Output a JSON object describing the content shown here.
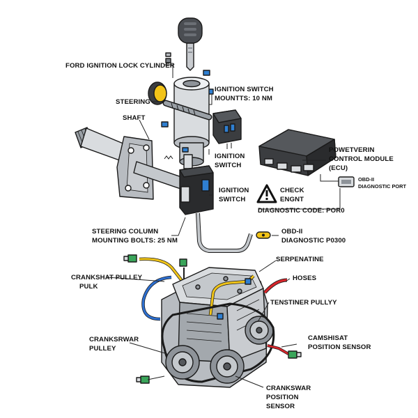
{
  "labels": {
    "lock_cylinder": "FORD IGNITION LOCK CYLINDER",
    "steering": "STEERING",
    "shaft": "SHAFT",
    "switch_mounts_1": "IGNITION SWITCH",
    "switch_mounts_2": "MOUNTTS:  10 NM",
    "ignition_switch_a_1": "IGNITION",
    "ignition_switch_a_2": "SWITCH",
    "ignition_switch_b_1": "IGNITION",
    "ignition_switch_b_2": "SWITCH",
    "pcm_1": "POWETVERIN",
    "pcm_2": "CONTROL MODULE",
    "pcm_3": "(ECU)",
    "obd_port_1": "OBD-II",
    "obd_port_2": "DIAGNOSTIC PORT",
    "check_engine_1": "CHECK",
    "check_engine_2": "ENGNT",
    "diag_code": "DIAGNOSTIC CODE: POR0",
    "column_bolts_1": "STEERING COLUMN",
    "column_bolts_2": "MOUNTING BOLTS: 25 NM",
    "obd_code_1": "OBD-II",
    "obd_code_2": "DIAGNOSTIC P0300",
    "serpentine": "SERPENATINE",
    "hoses": "HOSES",
    "crank_pulley_1": "CRANKSHAT PULLEY",
    "crank_pulley_2": "PULK",
    "tensioner": "TENSTINER PULLYY",
    "crank_pulley2_1": "CRANKSRWAR",
    "crank_pulley2_2": "PULLEY",
    "cam_sensor_1": "CAMSHISAT",
    "cam_sensor_2": "POSITION SENSOR",
    "crank_sensor_1": "CRANKSWAR",
    "crank_sensor_2": "POSITION",
    "crank_sensor_3": "SENSOR"
  },
  "colors": {
    "outline": "#1a1a1a",
    "metal_light": "#d9dcdf",
    "metal_mid": "#b8bcc1",
    "metal_dark": "#8e9399",
    "module_dark": "#3b3d40",
    "switch_black": "#2a2b2d",
    "accent_blue": "#2f7fd1",
    "accent_yellow": "#f2c318",
    "wire_red": "#d8262b",
    "wire_blue": "#2d6fd0",
    "wire_yellow": "#f0c419",
    "connector_green": "#3aa55a"
  },
  "icons": {
    "key": "key-icon",
    "warning": "warning-triangle-icon"
  }
}
